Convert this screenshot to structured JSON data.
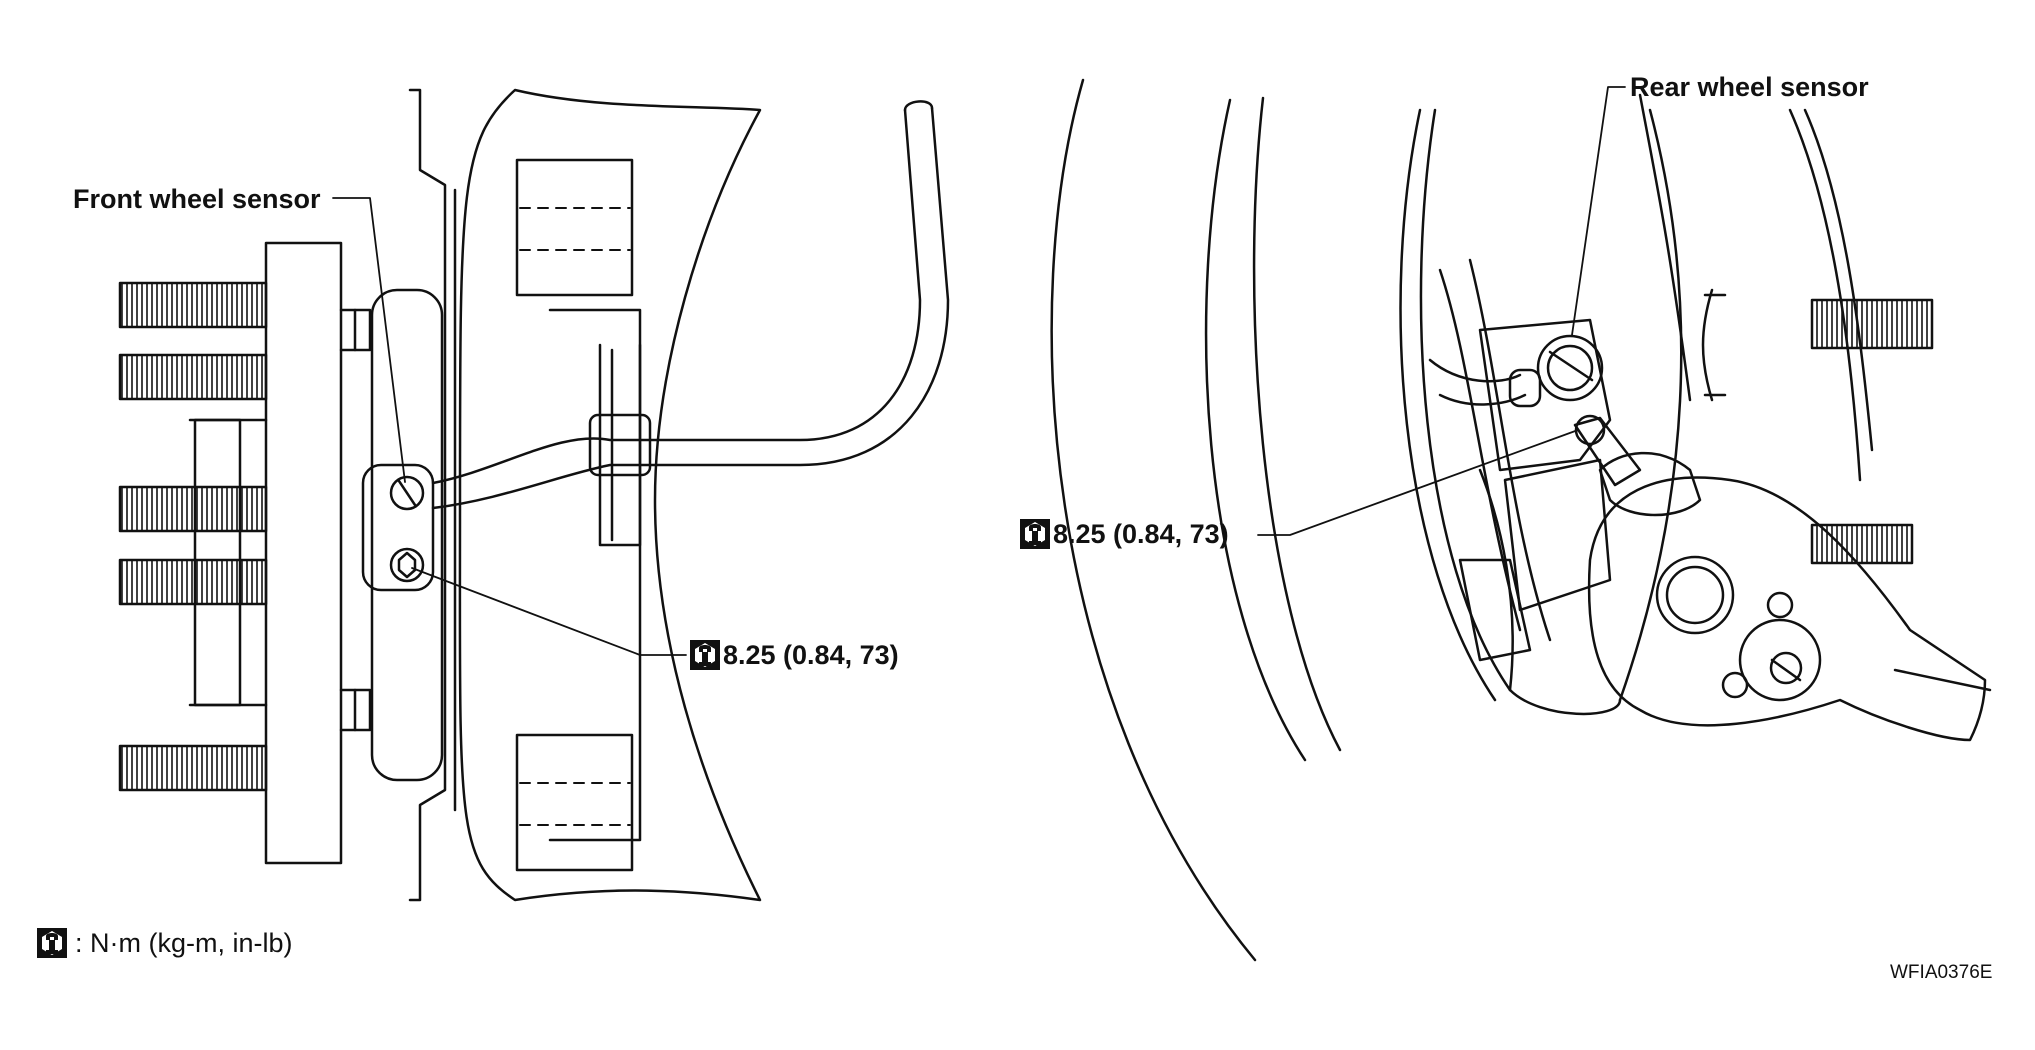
{
  "labels": {
    "front_wheel_sensor": "Front wheel sensor",
    "rear_wheel_sensor": "Rear wheel sensor",
    "front_torque": "8.25 (0.84, 73)",
    "rear_torque": "8.25 (0.84, 73)",
    "legend": ": N·m (kg-m, in-lb)",
    "figure_code": "WFIA0376E"
  },
  "icons": {
    "torque": "torque-wrench-icon"
  },
  "colors": {
    "line": "#111111",
    "background": "#ffffff"
  }
}
